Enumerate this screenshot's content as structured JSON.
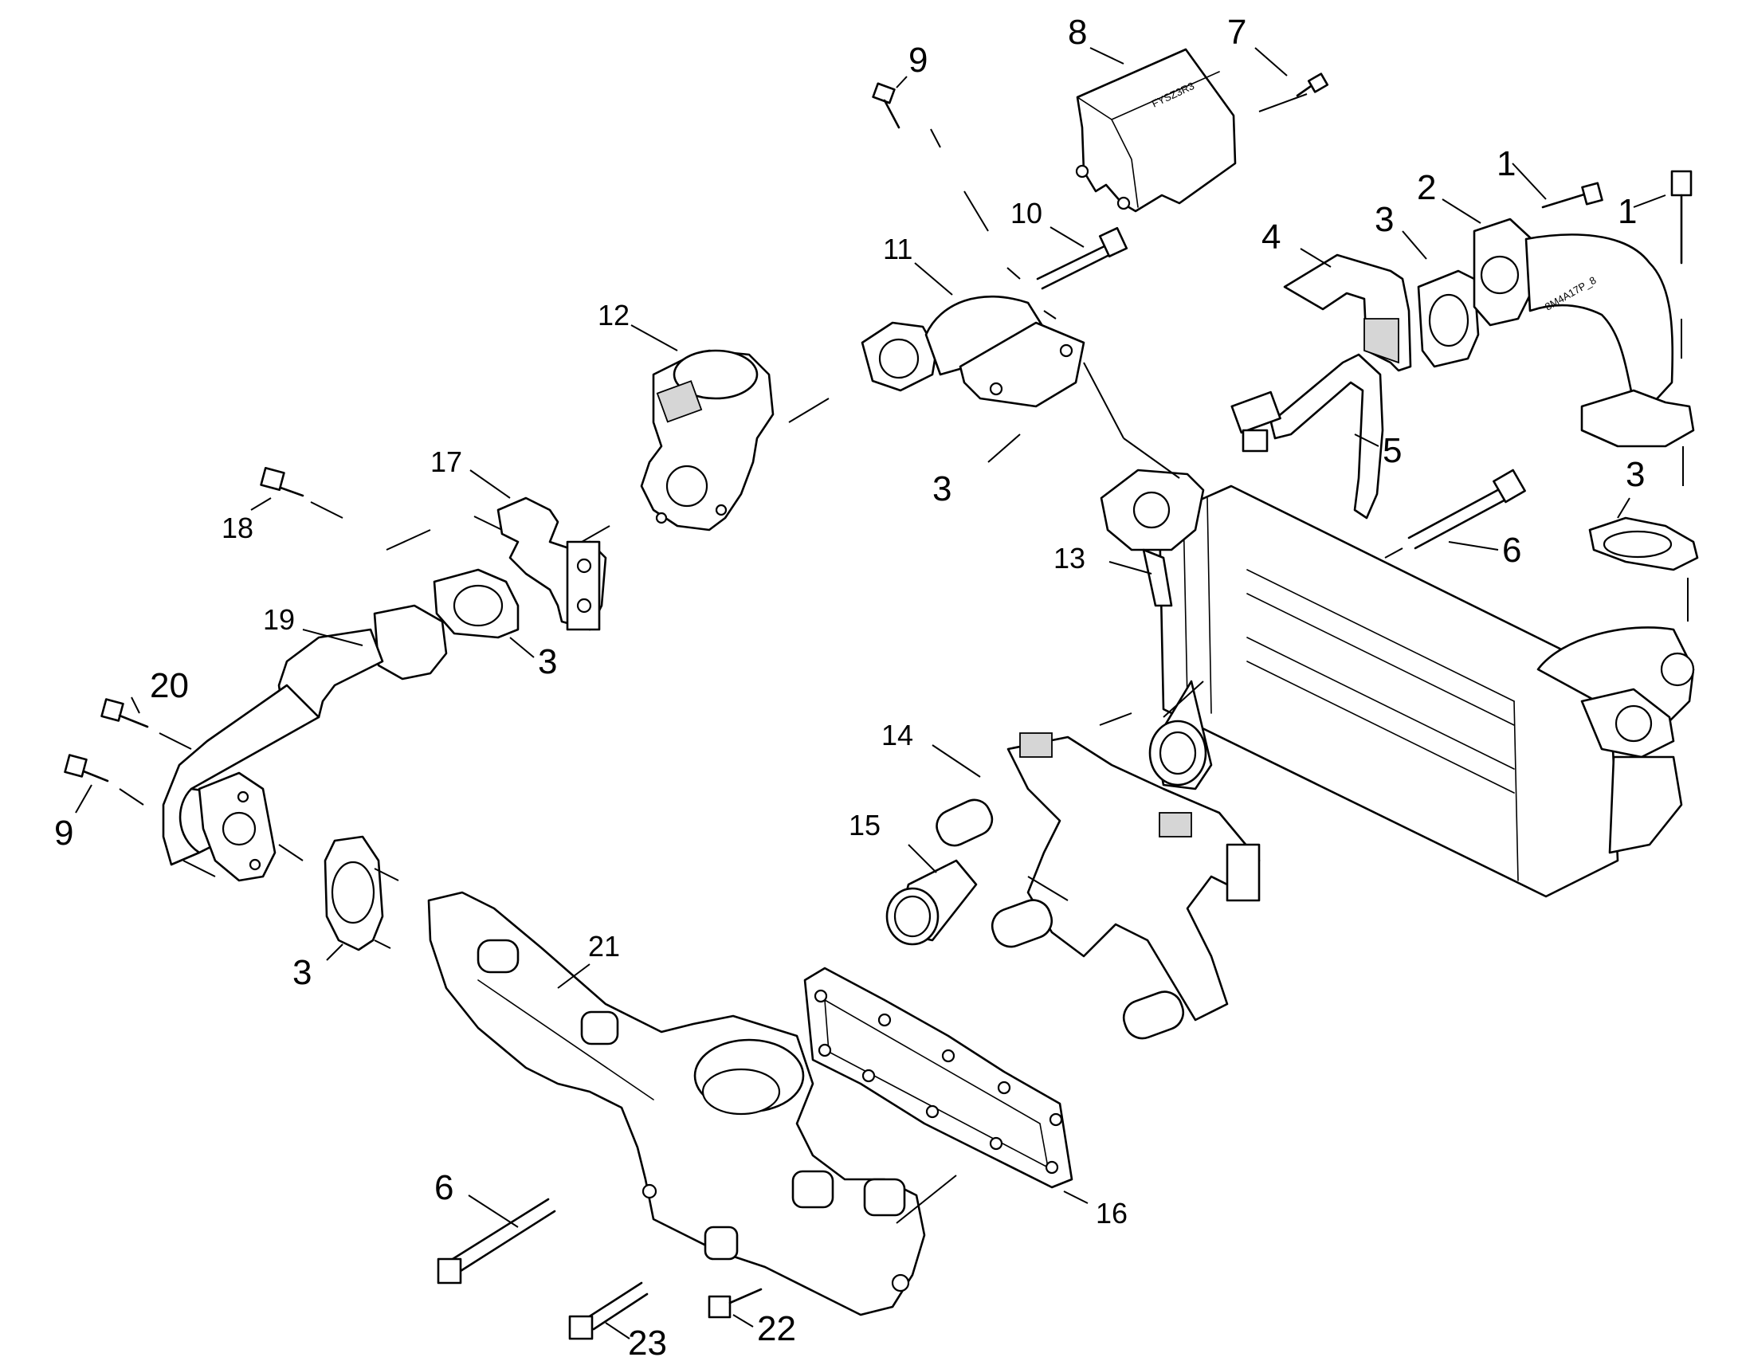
{
  "callouts": {
    "c1a": "1",
    "c1b": "1",
    "c2": "2",
    "c3a": "3",
    "c3b": "3",
    "c3c": "3",
    "c3d": "3",
    "c3e": "3",
    "c4": "4",
    "c5": "5",
    "c6a": "6",
    "c6b": "6",
    "c7": "7",
    "c8": "8",
    "c9a": "9",
    "c9b": "9",
    "c10": "10",
    "c11": "11",
    "c12": "12",
    "c13": "13",
    "c14": "14",
    "c15": "15",
    "c16": "16",
    "c17": "17",
    "c18": "18",
    "c19": "19",
    "c20": "20",
    "c21": "21",
    "c22": "22",
    "c23": "23"
  },
  "markings": {
    "heat_shield": "FYSZ3R3",
    "egr_pipe": "8M4A17P_8"
  }
}
